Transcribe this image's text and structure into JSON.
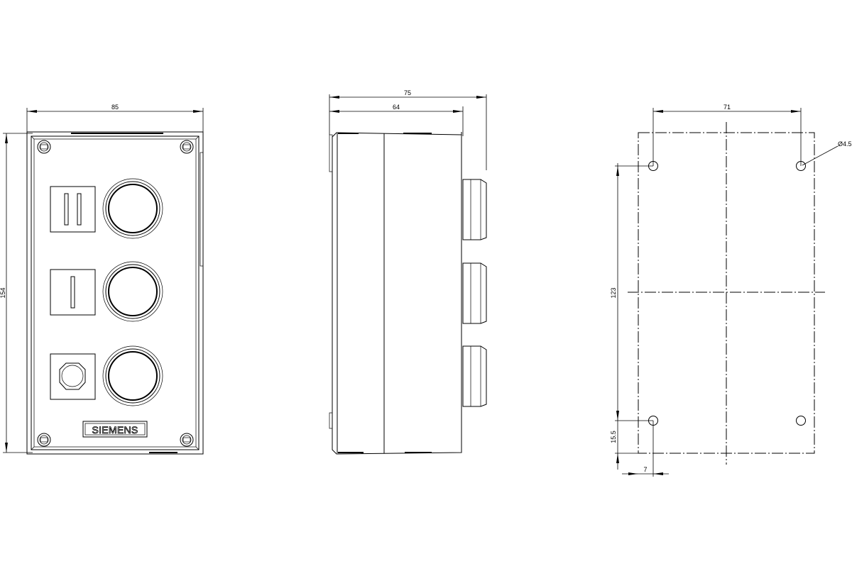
{
  "drawing": {
    "manufacturer_logo": "SIEMENS",
    "line_color": "#000000",
    "background": "#ffffff"
  },
  "front_view": {
    "width_dim": "85",
    "height_dim": "154",
    "buttons": [
      {
        "symbol": "II",
        "label_plate": "double-bar"
      },
      {
        "symbol": "I",
        "label_plate": "single-bar"
      },
      {
        "symbol": "O",
        "label_plate": "indicator-lamp"
      }
    ]
  },
  "side_view": {
    "depth_overall_dim": "75",
    "depth_body_dim": "64"
  },
  "mounting_view": {
    "hole_spacing_horizontal_dim": "71",
    "hole_spacing_vertical_dim": "123",
    "hole_diameter_dim": "Ø4.5",
    "edge_offset_vertical_dim": "15.5",
    "edge_offset_horizontal_dim": "7"
  }
}
